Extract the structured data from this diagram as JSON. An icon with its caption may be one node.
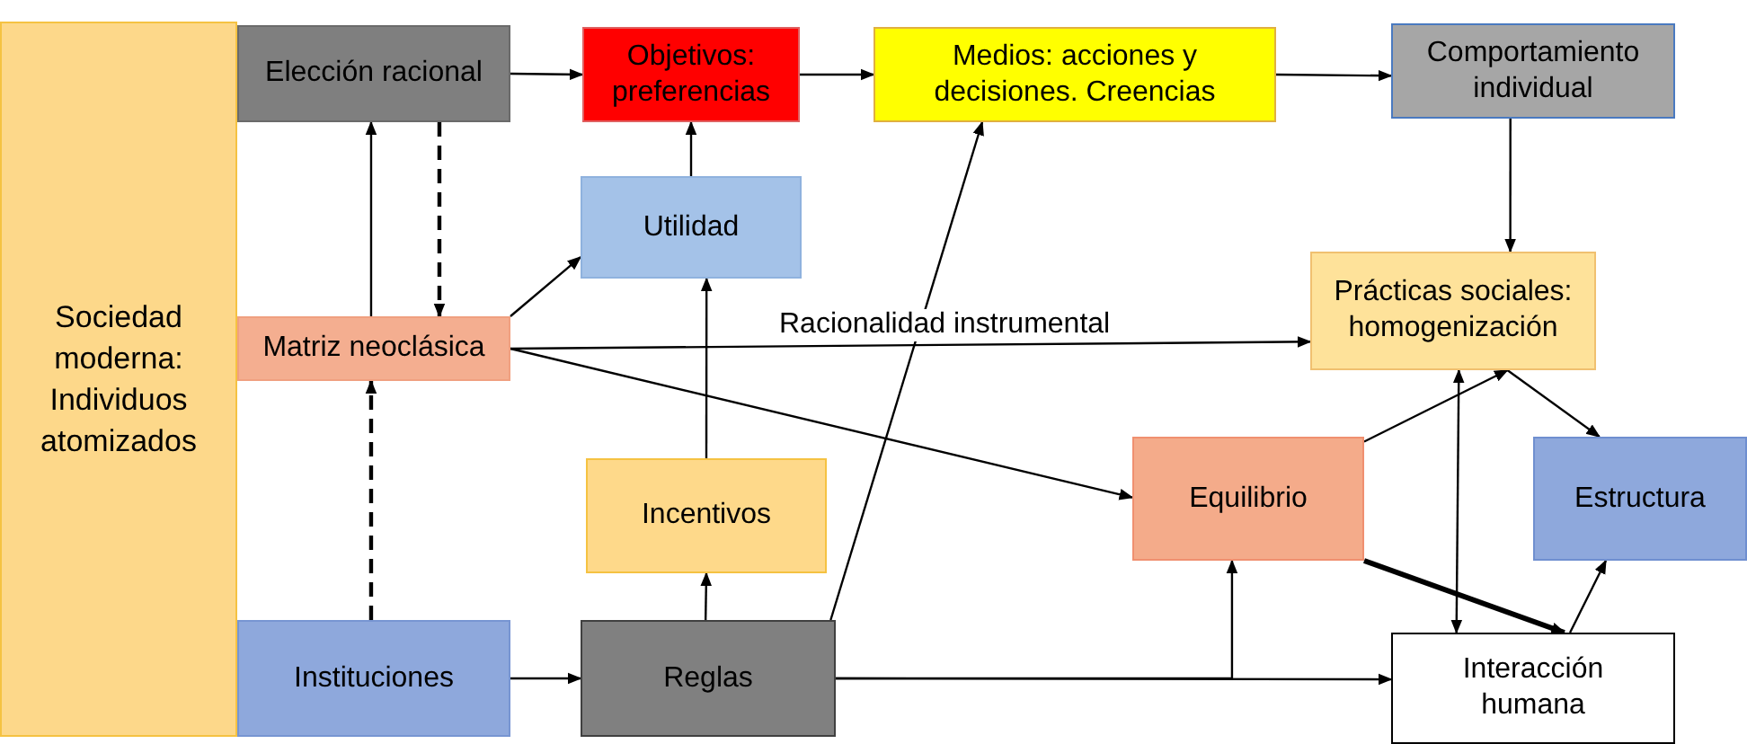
{
  "diagram": {
    "nodes": [
      {
        "text": [
          "Sociedad moderna: Individuos atomizados"
        ]
      },
      {
        "text": [
          "Elección racional"
        ]
      },
      {
        "text": [
          "Objetivos: preferencias"
        ]
      },
      {
        "text": [
          "Medios: acciones y decisiones. Creencias"
        ]
      },
      {
        "text": [
          "Comportamiento individual"
        ]
      },
      {
        "text": [
          "Utilidad"
        ]
      },
      {
        "text": [
          "Matriz neoclásica"
        ]
      },
      {
        "text": [
          "Prácticas sociales: homogenización"
        ]
      },
      {
        "text": [
          "Incentivos"
        ]
      },
      {
        "text": [
          "Equilibrio"
        ]
      },
      {
        "text": [
          "Estructura"
        ]
      },
      {
        "text": [
          "Instituciones"
        ]
      },
      {
        "text": [
          "Reglas"
        ]
      },
      {
        "text": [
          "Interacción humana"
        ]
      }
    ],
    "edges": [
      {
        "from": 1,
        "to": 2,
        "arrow": "to"
      },
      {
        "from": 2,
        "to": 3,
        "arrow": "to"
      },
      {
        "from": 3,
        "to": 4,
        "arrow": "to"
      },
      {
        "from": 6,
        "to": 1,
        "arrow": "to"
      },
      {
        "from": 1,
        "to": 6,
        "arrow": "to",
        "style": "dashed"
      },
      {
        "from": 6,
        "to": 5,
        "arrow": "to"
      },
      {
        "from": 5,
        "to": 2,
        "arrow": "to"
      },
      {
        "from": 6,
        "to": 7,
        "arrow": "to",
        "label": "Racionalidad instrumental"
      },
      {
        "from": 6,
        "to": 9,
        "arrow": "to"
      },
      {
        "from": 11,
        "to": 6,
        "arrow": "to",
        "style": "dashed"
      },
      {
        "from": 11,
        "to": 12,
        "arrow": "to"
      },
      {
        "from": 12,
        "to": 8,
        "arrow": "to"
      },
      {
        "from": 8,
        "to": 5,
        "arrow": "to"
      },
      {
        "from": 12,
        "to": 3,
        "arrow": "to"
      },
      {
        "from": 12,
        "to": 13,
        "arrow": "to"
      },
      {
        "from": 12,
        "to": 9,
        "arrow": "to"
      },
      {
        "from": 4,
        "to": 7,
        "arrow": "to"
      },
      {
        "from": 9,
        "to": 7,
        "arrow": "to"
      },
      {
        "from": 7,
        "to": 10,
        "arrow": "to"
      },
      {
        "from": 9,
        "to": 13,
        "arrow": "to",
        "style": "thick"
      },
      {
        "from": 13,
        "to": 10,
        "arrow": "to"
      },
      {
        "from": 7,
        "to": 13,
        "arrow": "both"
      }
    ]
  }
}
